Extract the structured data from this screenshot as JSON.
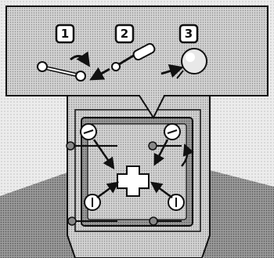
{
  "steps": [
    {
      "number": "1",
      "tool_icon": "wrench-icon"
    },
    {
      "number": "2",
      "tool_icon": "screwdriver-icon"
    },
    {
      "number": "3",
      "tool_icon": "knob-icon"
    }
  ],
  "arrows_icon": "arrow-icon",
  "panel_icon": "access-panel",
  "colors": {
    "frame_gray": "#b8b8b8",
    "callout_gray": "#c9c9c9",
    "panel_gray": "#a9a9a9",
    "outline": "#111111",
    "background": "#ffffff"
  }
}
